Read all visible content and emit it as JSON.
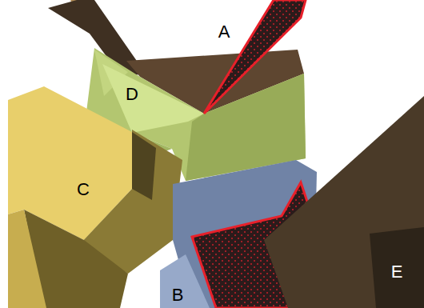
{
  "diagram": {
    "labels": [
      "A",
      "D",
      "C",
      "B",
      "E"
    ]
  }
}
